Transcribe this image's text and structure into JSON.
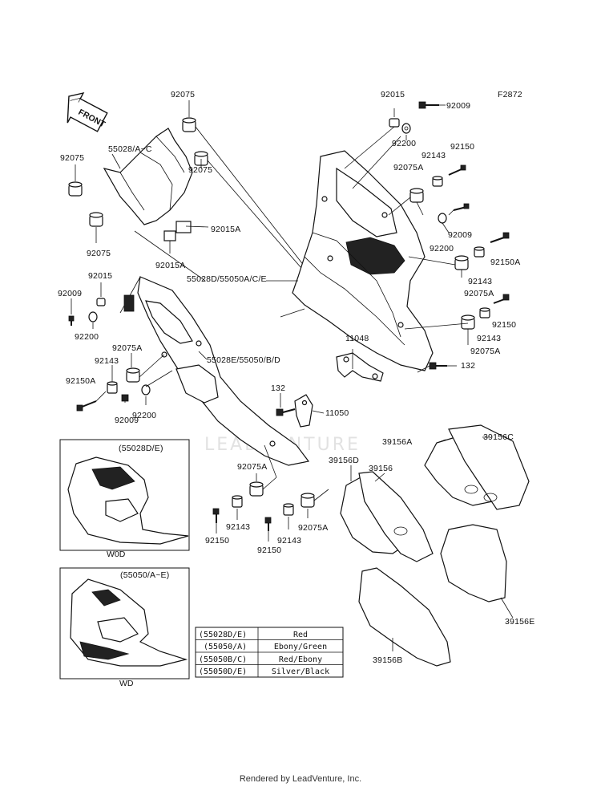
{
  "diagram_code": "F2872",
  "front_label": "FRONT",
  "watermark": "LEADVENTURE",
  "footer": "Rendered by LeadVenture, Inc.",
  "labels": {
    "l92075_a": "92075",
    "l92015_a": "92015",
    "l92009_a": "92009",
    "l55028_ac": "55028/A~C",
    "l92075_b": "92075",
    "l92200_a": "92200",
    "l92150_a": "92150",
    "l92143_a": "92143",
    "l92075A_a": "92075A",
    "l92075_c": "92075",
    "l92009_b": "92009",
    "l92075_d": "92075",
    "l92015A_a": "92015A",
    "l92200_b": "92200",
    "l92150A_a": "92150A",
    "l92015A_b": "92015A",
    "l55028D": "55028D/55050A/C/E",
    "l92143_b": "92143",
    "l92015_b": "92015",
    "l92075A_b": "92075A",
    "l92009_c": "92009",
    "l92150_b": "92150",
    "l92200_c": "92200",
    "l11048": "11048",
    "l92143_c": "92143",
    "l92075A_c": "92075A",
    "l55028E": "55028E/55050/B/D",
    "l132_a": "132",
    "l92143_d": "92143",
    "l92150A_b": "92150A",
    "l132_b": "132",
    "l92009_d": "92009",
    "l92200_d": "92200",
    "l11050": "11050",
    "l39156A": "39156A",
    "l39156C": "39156C",
    "l92075A_d": "92075A",
    "l39156D": "39156D",
    "l39156": "39156",
    "l92143_e": "92143",
    "l92075A_e": "92075A",
    "l92150_c": "92150",
    "l92143_f": "92143",
    "l92150_d": "92150",
    "l39156E": "39156E",
    "l39156B": "39156B"
  },
  "inset_top": {
    "code": "(55028D/E)",
    "caption": "W0D"
  },
  "inset_bottom": {
    "code": "(55050/A~E)",
    "caption": "WD"
  },
  "color_table": [
    {
      "code": "(55028D/E)",
      "color": "Red"
    },
    {
      "code": "(55050/A)",
      "color": "Ebony/Green"
    },
    {
      "code": "(55050B/C)",
      "color": "Red/Ebony"
    },
    {
      "code": "(55050D/E)",
      "color": "Silver/Black"
    }
  ]
}
